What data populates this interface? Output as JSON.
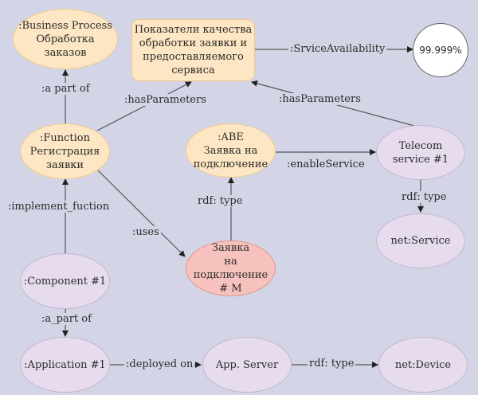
{
  "nodes": {
    "business_process": ":Business Process\nОбработка\nзаказов",
    "quality_params": "Показатели качества\nобработки заявки и\nпредоставляемого\nсервиса",
    "availability_value": "99.999%",
    "function": ":Function\nРегистрация\nзаявки",
    "abe": ":ABE\nЗаявка на\nподключение",
    "telecom_service": "Telecom\nservice #1",
    "net_service": "net:Service",
    "request_m": "Заявка\nна подключение\n# M",
    "component": ":Component #1",
    "application": ":Application #1",
    "app_server": "App. Server",
    "net_device": "net:Device"
  },
  "edges": {
    "a_part_of": ":a part of",
    "has_parameters_left": ":hasParameters",
    "has_parameters_right": ":hasParameters",
    "service_availability": ":SrviceAvailability",
    "implement_function": ":implement_fuction",
    "uses": ":uses",
    "rdf_type_abe": "rdf: type",
    "enable_service": ":enableService",
    "rdf_type_service": "rdf: type",
    "a_part_of_app": ":a_part of",
    "deployed_on": ":deployed on",
    "rdf_type_device": "rdf: type"
  }
}
